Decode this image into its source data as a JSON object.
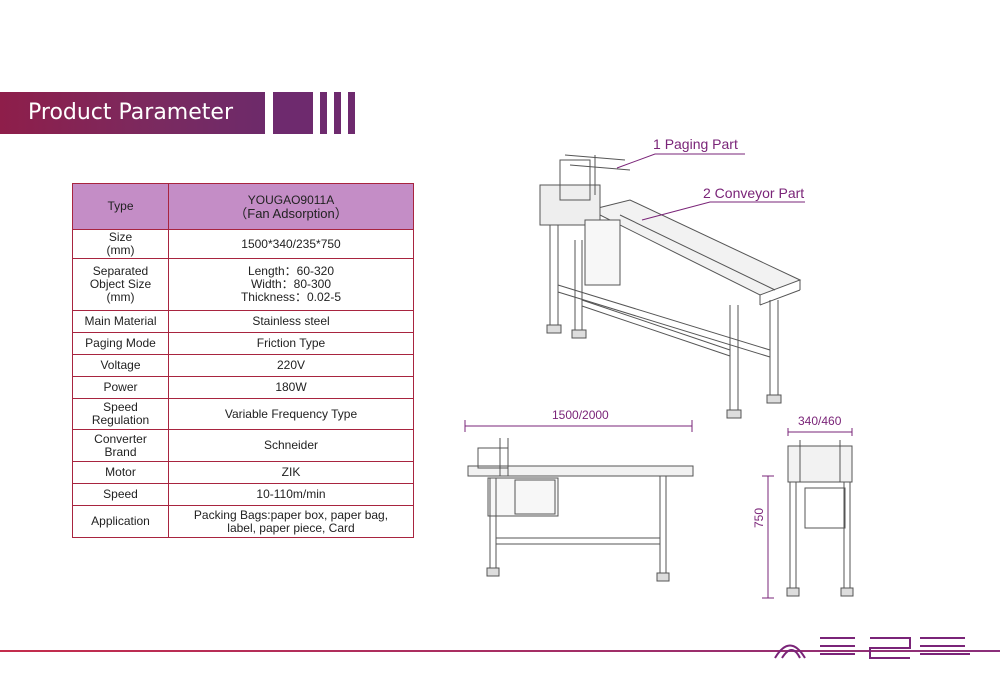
{
  "header": {
    "title": "Product Parameter >>"
  },
  "table": {
    "rows": [
      {
        "label": "Type",
        "value": "YOUGAO9011A",
        "value2": "（Fan Adsorption）"
      },
      {
        "label": "Size\n(mm)",
        "value": "1500*340/235*750"
      },
      {
        "label": "Separated\nObject Size\n(mm)",
        "value": "Length：60-320\nWidth：80-300\nThickness：0.02-5"
      },
      {
        "label": "Main Material",
        "value": "Stainless steel"
      },
      {
        "label": "Paging Mode",
        "value": "Friction Type"
      },
      {
        "label": "Voltage",
        "value": "220V"
      },
      {
        "label": "Power",
        "value": "180W"
      },
      {
        "label": "Speed\nRegulation",
        "value": "Variable Frequency Type"
      },
      {
        "label": "Converter\nBrand",
        "value": "Schneider"
      },
      {
        "label": "Motor",
        "value": "ZIK"
      },
      {
        "label": "Speed",
        "value": "10-110m/min"
      },
      {
        "label": "Application",
        "value": "Packing Bags:paper box, paper bag,\nlabel, paper piece, Card"
      }
    ]
  },
  "diagram": {
    "part1_num": "1",
    "part1_text": "Paging Part",
    "part2_text": "2 Conveyor Part",
    "dim_length": "1500/2000",
    "dim_width": "340/460",
    "dim_height": "750"
  },
  "colors": {
    "accent": "#8e1e4a",
    "purple": "#6e2a6e",
    "table_header": "#c48dc6"
  }
}
